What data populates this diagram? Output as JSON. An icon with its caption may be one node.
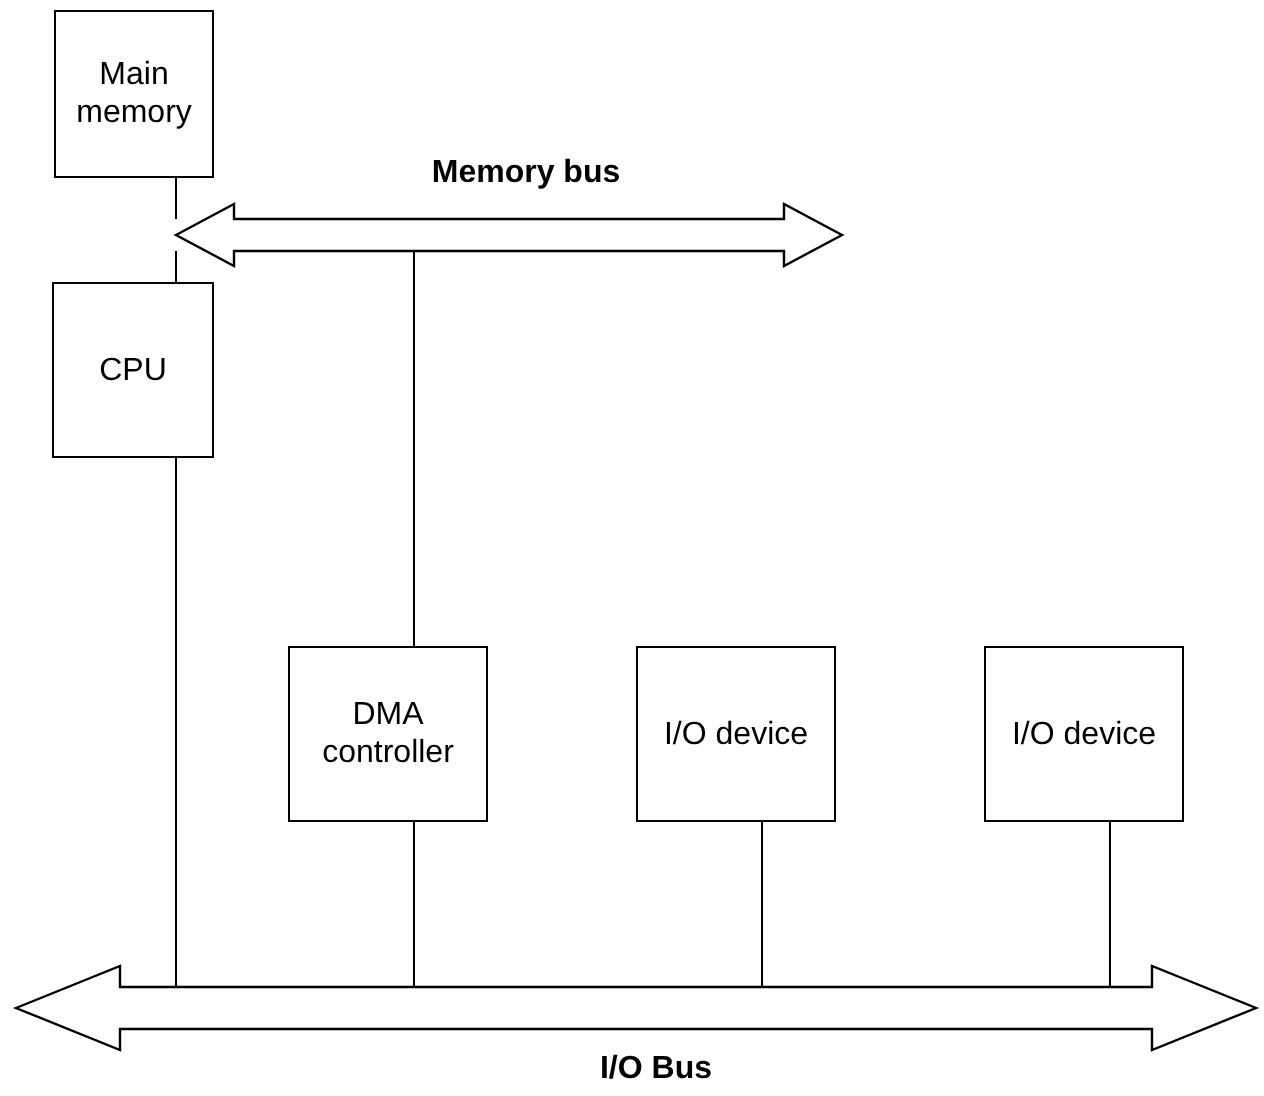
{
  "diagram": {
    "nodes": [
      {
        "text": [
          "Main memory"
        ]
      },
      {
        "text": [
          "Memory bus"
        ]
      },
      {
        "text": [
          "CPU"
        ]
      },
      {
        "text": [
          "DMA controller"
        ]
      },
      {
        "text": [
          "I/O device"
        ]
      },
      {
        "text": [
          "I/O device"
        ]
      },
      {
        "text": [
          "I/O Bus"
        ]
      }
    ],
    "edges": [
      {
        "from": 0,
        "to": 1,
        "arrow": "none"
      },
      {
        "from": 2,
        "to": 1,
        "arrow": "none"
      },
      {
        "from": 3,
        "to": 1,
        "arrow": "none"
      },
      {
        "from": 2,
        "to": 6,
        "arrow": "none"
      },
      {
        "from": 3,
        "to": 6,
        "arrow": "none"
      },
      {
        "from": 4,
        "to": 6,
        "arrow": "none"
      },
      {
        "from": 5,
        "to": 6,
        "arrow": "none"
      }
    ]
  }
}
